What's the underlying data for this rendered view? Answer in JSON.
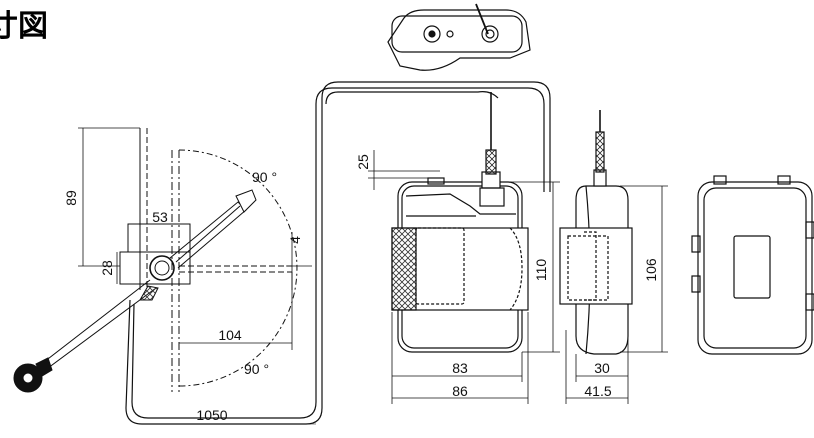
{
  "title": "寸図",
  "dimensions": {
    "d89": "89",
    "d53": "53",
    "d28": "28",
    "d4": "4",
    "d90_top": "90 °",
    "d90_bottom": "90 °",
    "d104": "104",
    "d1050": "1050",
    "d25": "25",
    "d110": "110",
    "d83": "83",
    "d86": "86",
    "d106": "106",
    "d30": "30",
    "d41_5": "41.5"
  },
  "colors": {
    "line": "#111111",
    "hatch": "#333333",
    "fill_light": "#f4f4f4"
  }
}
